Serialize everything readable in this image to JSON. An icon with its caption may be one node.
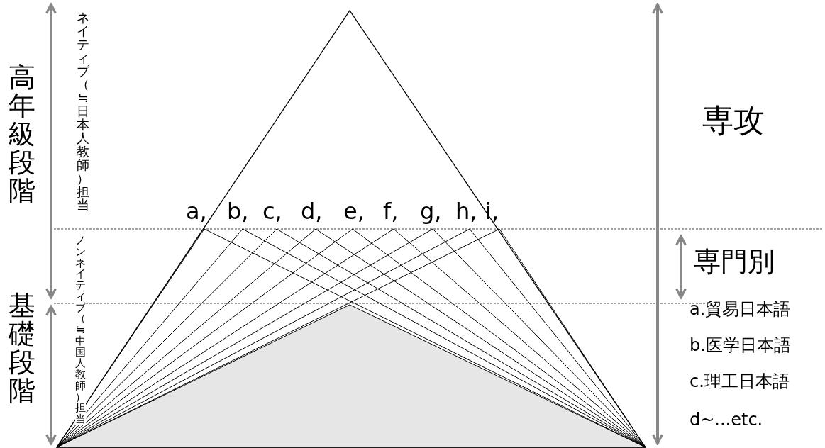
{
  "diagram": {
    "labels": [
      "高年級段階",
      "基礎段階",
      "ネイティブ（≒日本人教師）担当",
      "ノンネイティブ（≒中国人教師）担当",
      "a,",
      "b,",
      "c,",
      "d,",
      "e,",
      "f,",
      "g,",
      "h,",
      "i,",
      "専攻",
      "専門別",
      "a.貿易日本語",
      "b.医学日本語",
      "c.理工日本語",
      "d~...etc."
    ]
  }
}
